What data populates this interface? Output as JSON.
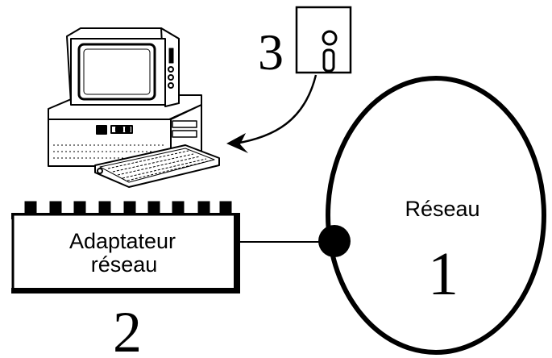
{
  "diagram": {
    "number_network": "1",
    "number_adapter": "2",
    "number_software": "3",
    "network_label": "Réseau",
    "adapter_label_line1": "Adaptateur",
    "adapter_label_line2": "réseau"
  },
  "icons": {
    "computer": "desktop-computer-icon",
    "disk": "floppy-disk-icon",
    "arrow": "curved-arrow-icon",
    "connector": "network-connector-dot"
  },
  "colors": {
    "ink": "#000000",
    "paper": "#ffffff"
  }
}
